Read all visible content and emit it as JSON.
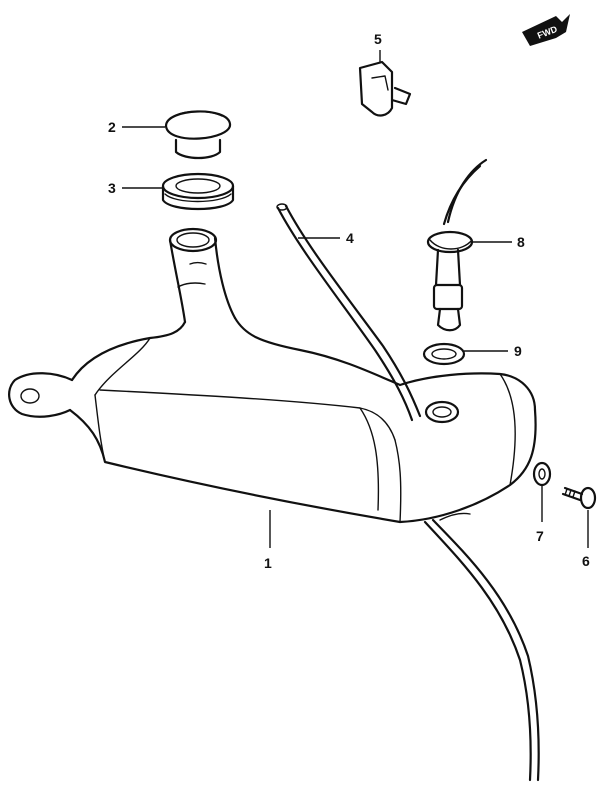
{
  "fwd_label": "FWD",
  "callouts": {
    "tank": "1",
    "cap": "2",
    "seal": "3",
    "hose": "4",
    "clip": "5",
    "bolt": "6",
    "washer": "7",
    "pump": "8",
    "grommet": "9"
  }
}
